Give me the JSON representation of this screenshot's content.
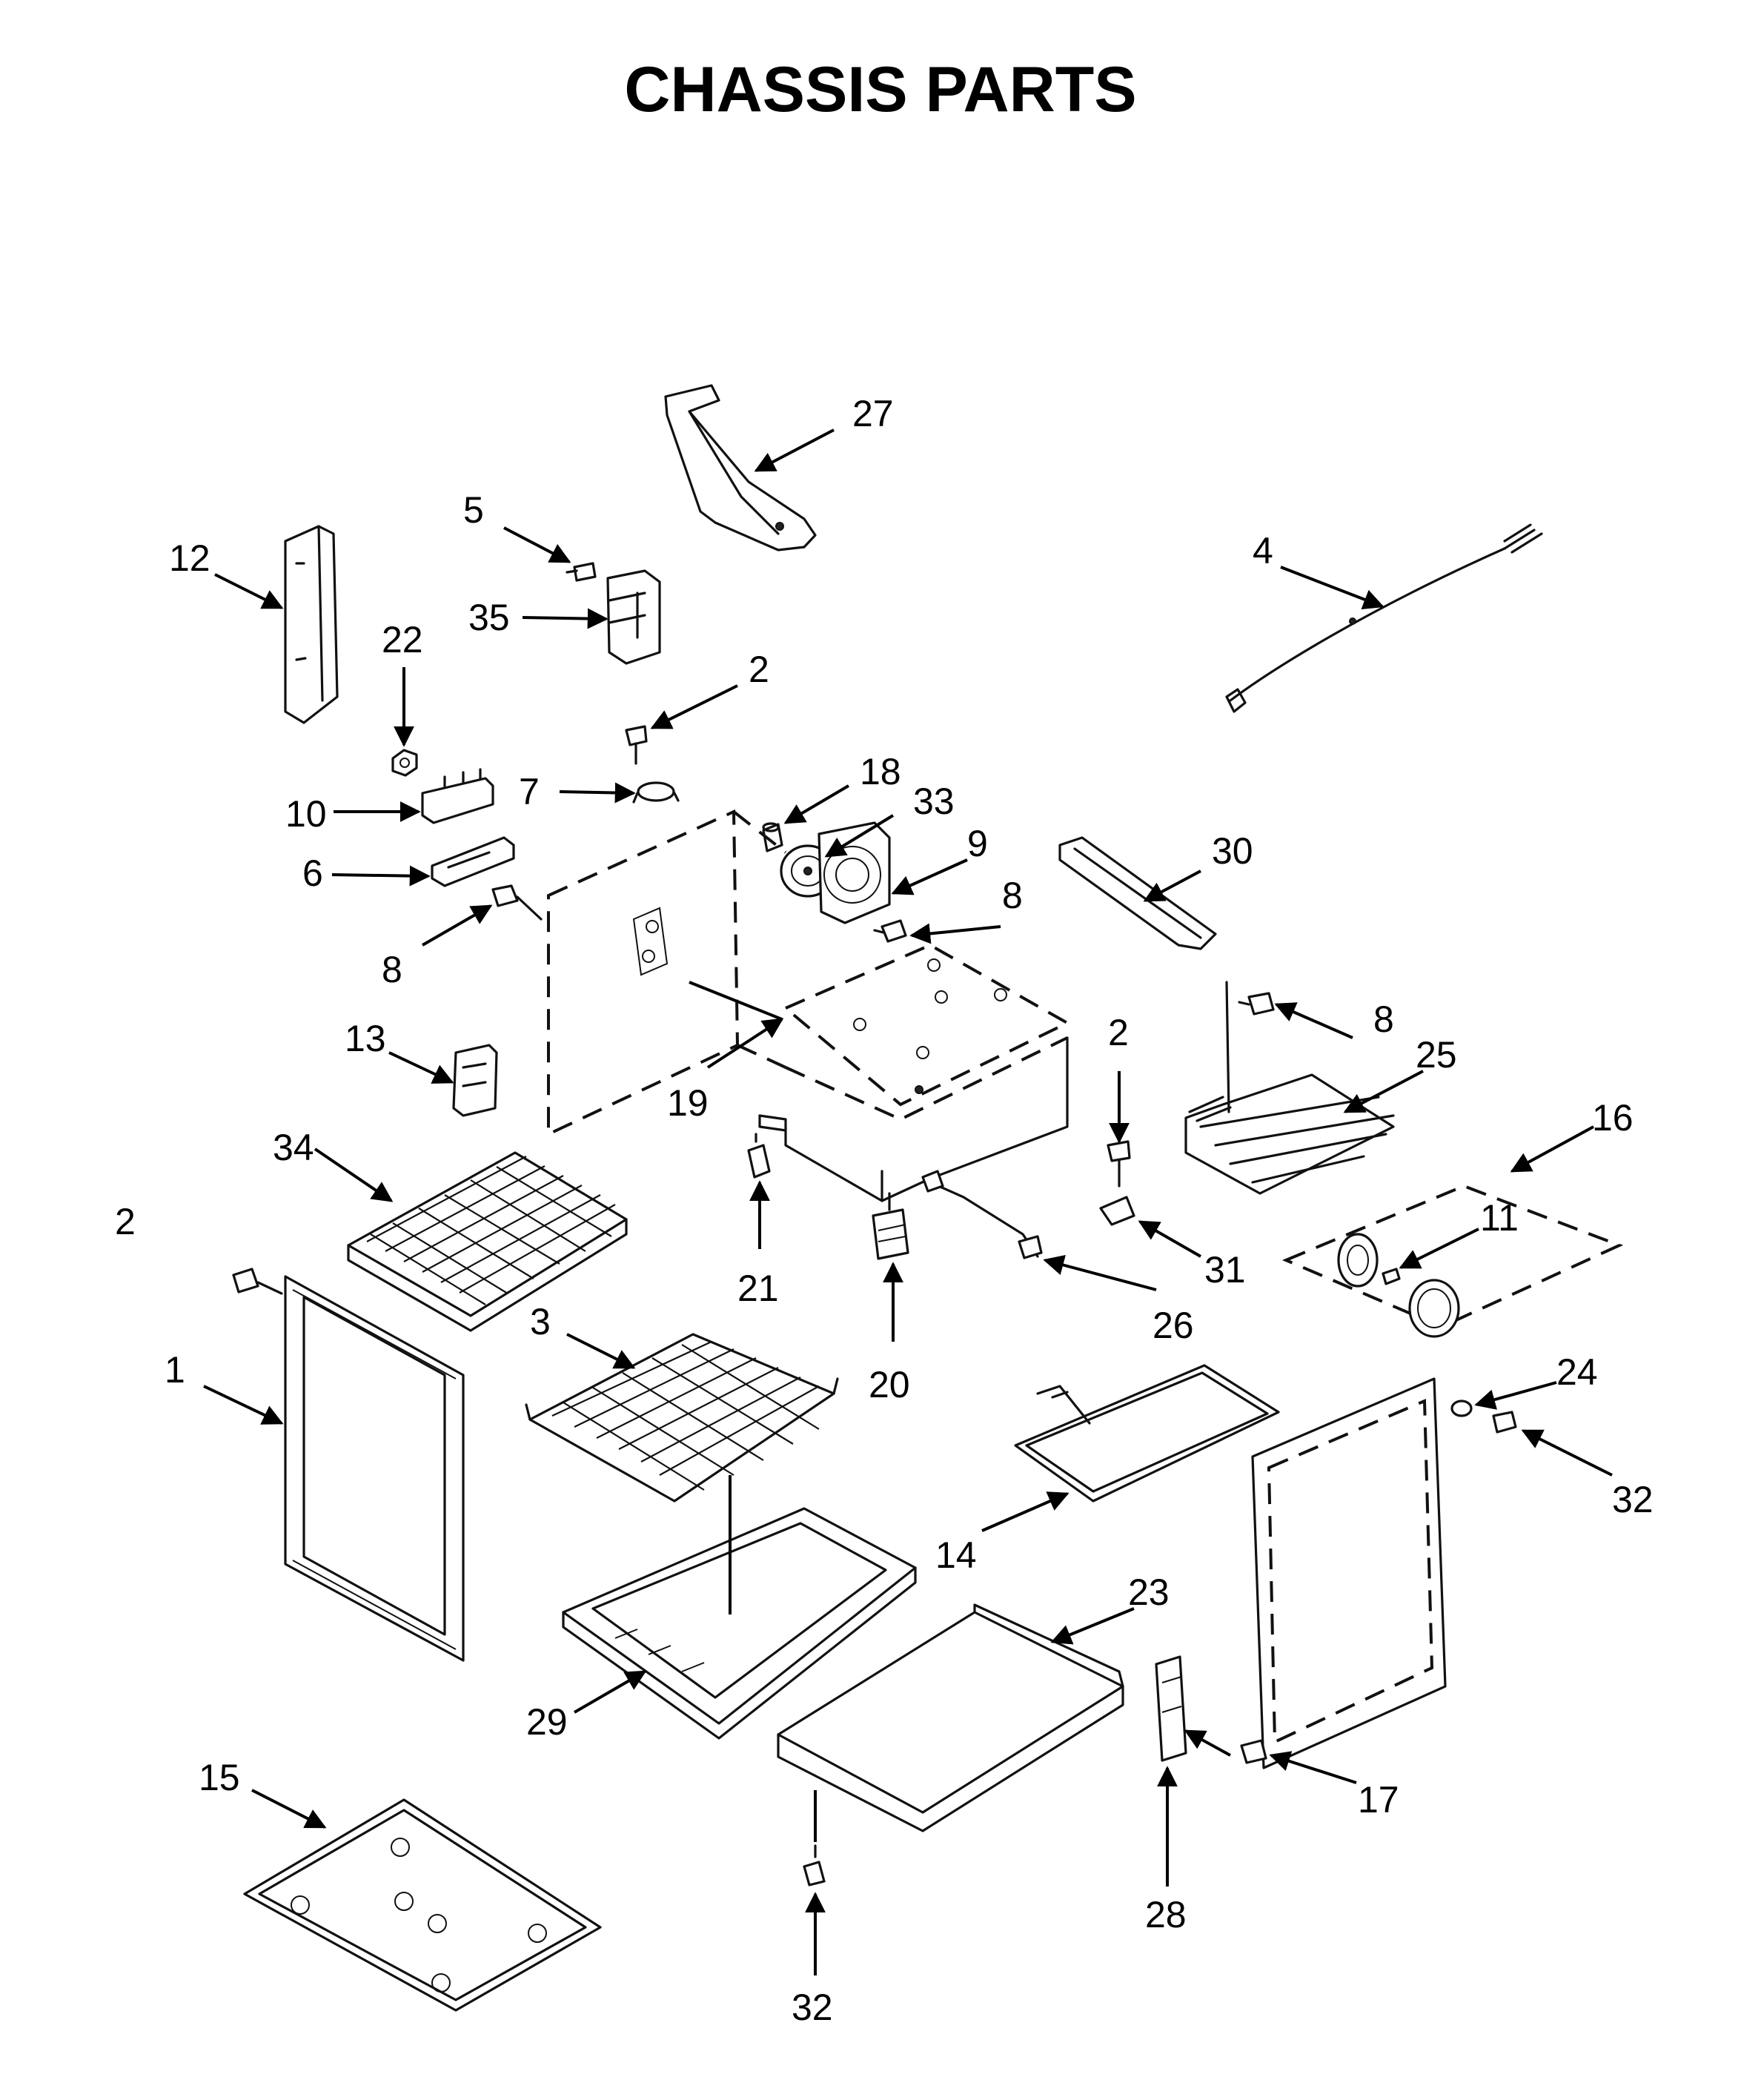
{
  "title": "CHASSIS PARTS",
  "callouts": [
    {
      "id": "c27",
      "label": "27"
    },
    {
      "id": "c5",
      "label": "5"
    },
    {
      "id": "c35",
      "label": "35"
    },
    {
      "id": "c12",
      "label": "12"
    },
    {
      "id": "c4",
      "label": "4"
    },
    {
      "id": "c22",
      "label": "22"
    },
    {
      "id": "c2a",
      "label": "2"
    },
    {
      "id": "c10",
      "label": "10"
    },
    {
      "id": "c7",
      "label": "7"
    },
    {
      "id": "c18",
      "label": "18"
    },
    {
      "id": "c33",
      "label": "33"
    },
    {
      "id": "c9",
      "label": "9"
    },
    {
      "id": "c30",
      "label": "30"
    },
    {
      "id": "c6",
      "label": "6"
    },
    {
      "id": "c8a",
      "label": "8"
    },
    {
      "id": "c8b",
      "label": "8"
    },
    {
      "id": "c8c",
      "label": "8"
    },
    {
      "id": "c13",
      "label": "13"
    },
    {
      "id": "c2b",
      "label": "2"
    },
    {
      "id": "c25",
      "label": "25"
    },
    {
      "id": "c19",
      "label": "19"
    },
    {
      "id": "c16",
      "label": "16"
    },
    {
      "id": "c34",
      "label": "34"
    },
    {
      "id": "c2c",
      "label": "2"
    },
    {
      "id": "c11",
      "label": "11"
    },
    {
      "id": "c31",
      "label": "31"
    },
    {
      "id": "c21",
      "label": "21"
    },
    {
      "id": "c3",
      "label": "3"
    },
    {
      "id": "c26",
      "label": "26"
    },
    {
      "id": "c1",
      "label": "1"
    },
    {
      "id": "c20",
      "label": "20"
    },
    {
      "id": "c24",
      "label": "24"
    },
    {
      "id": "c32a",
      "label": "32"
    },
    {
      "id": "c14",
      "label": "14"
    },
    {
      "id": "c23",
      "label": "23"
    },
    {
      "id": "c29",
      "label": "29"
    },
    {
      "id": "c17",
      "label": "17"
    },
    {
      "id": "c15",
      "label": "15"
    },
    {
      "id": "c28",
      "label": "28"
    },
    {
      "id": "c32b",
      "label": "32"
    }
  ]
}
